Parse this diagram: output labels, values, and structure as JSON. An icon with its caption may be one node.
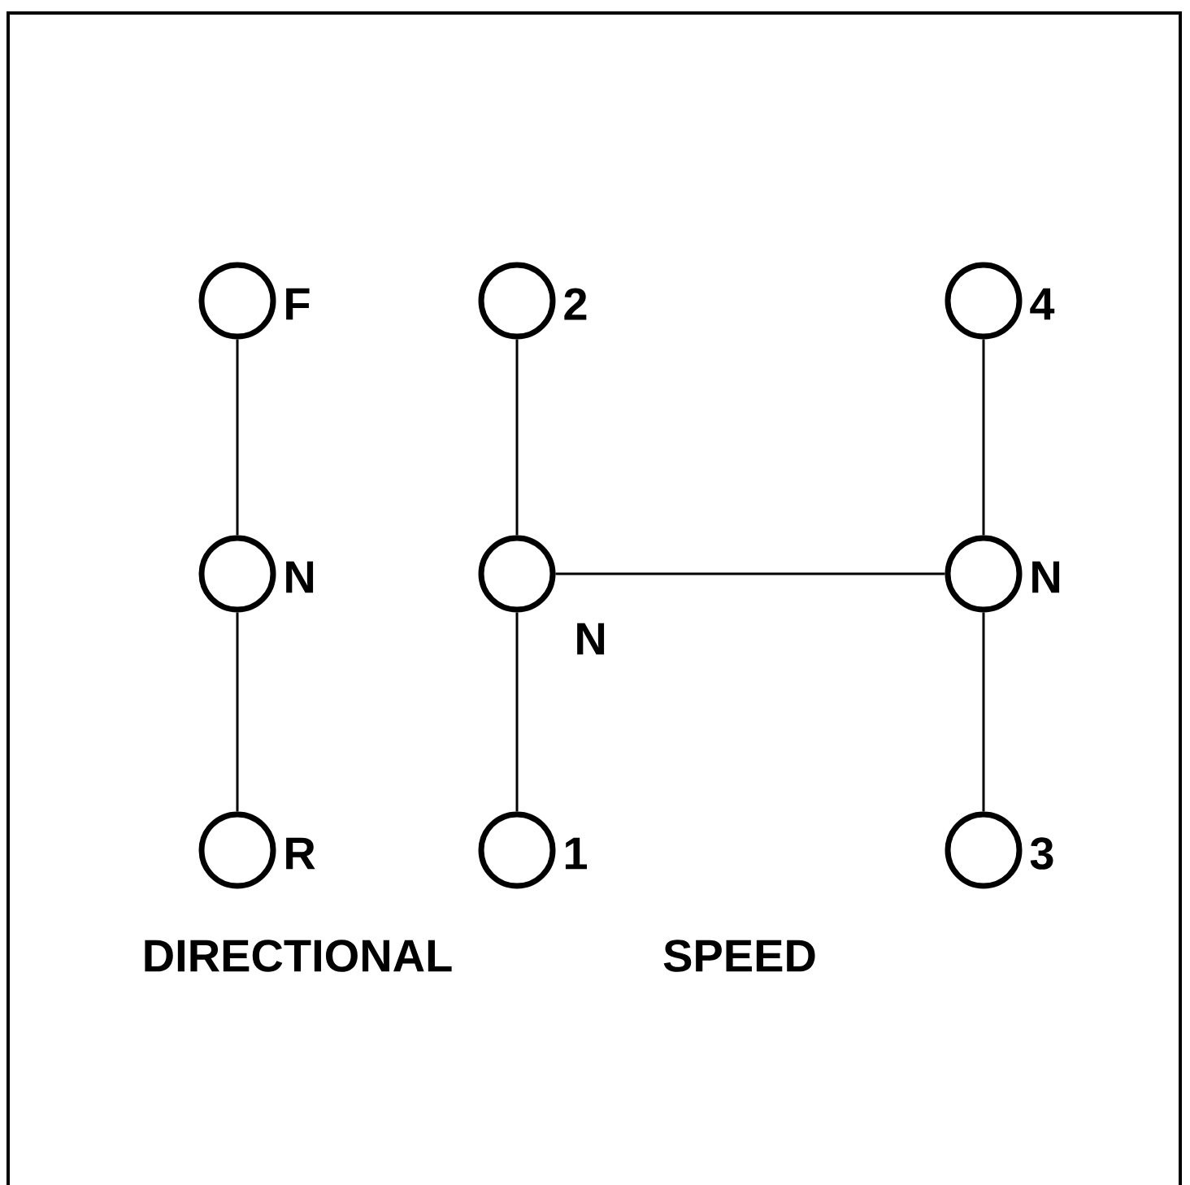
{
  "diagram": {
    "nodes": [
      {
        "text": [],
        "shape": "circle",
        "beside": [
          "F"
        ]
      },
      {
        "text": [],
        "shape": "circle",
        "beside": [
          "N"
        ]
      },
      {
        "text": [],
        "shape": "circle",
        "beside": [
          "R"
        ]
      },
      {
        "text": [],
        "shape": "circle",
        "beside": [
          "2"
        ]
      },
      {
        "text": [],
        "shape": "circle",
        "beside": [
          "N"
        ]
      },
      {
        "text": [],
        "shape": "circle",
        "beside": [
          "1"
        ]
      },
      {
        "text": [],
        "shape": "circle",
        "beside": [
          "4"
        ]
      },
      {
        "text": [],
        "shape": "circle",
        "beside": [
          "N"
        ]
      },
      {
        "text": [],
        "shape": "circle",
        "beside": [
          "3"
        ]
      }
    ],
    "edges": [
      {
        "from": 0,
        "to": 1,
        "arrow": "none"
      },
      {
        "from": 1,
        "to": 2,
        "arrow": "none"
      },
      {
        "from": 3,
        "to": 4,
        "arrow": "none"
      },
      {
        "from": 4,
        "to": 5,
        "arrow": "none"
      },
      {
        "from": 4,
        "to": 7,
        "arrow": "none"
      },
      {
        "from": 6,
        "to": 7,
        "arrow": "none"
      },
      {
        "from": 7,
        "to": 8,
        "arrow": "none"
      }
    ],
    "labels": [
      "DIRECTIONAL",
      "SPEED"
    ]
  }
}
